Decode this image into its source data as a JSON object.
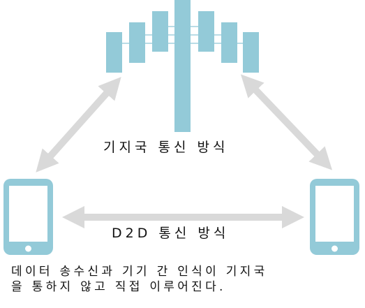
{
  "labels": {
    "base_station": "기지국 통신 방식",
    "d2d": "D2D 통신 방식"
  },
  "caption": {
    "line1": "데이터 송수신과 기기 간 인식이 기지국",
    "line2": "을 통하지 않고 직접 이루어진다."
  },
  "colors": {
    "tower": "#93cad8",
    "tower_line": "#b9dce6",
    "device": "#93cad8",
    "device_screen": "#ffffff",
    "arrow": "#d9d9d9"
  },
  "icons": {
    "tower": "cell-tower-icon",
    "left_device": "tablet-icon",
    "right_device": "tablet-icon"
  }
}
